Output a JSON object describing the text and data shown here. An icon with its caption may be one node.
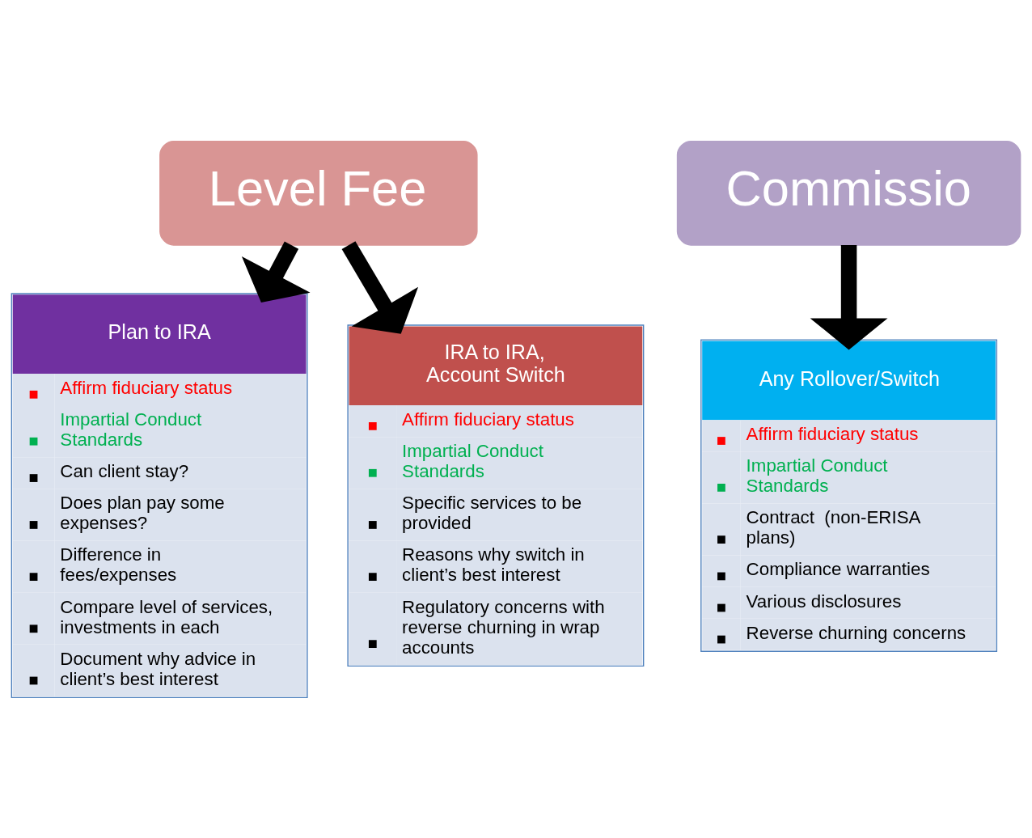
{
  "diagram": {
    "nodes": [
      {
        "text": [
          "Level Fee"
        ]
      },
      {
        "text": [
          "Commissio"
        ]
      },
      {
        "text": [
          "Plan to IRA",
          "Affirm fiduciary status",
          "Impartial Conduct Standards",
          "Can client stay?",
          "Does plan pay some expenses?",
          "Difference in fees/expenses",
          "Compare level of services, investments in each",
          "Document why advice in client’s best interest"
        ]
      },
      {
        "text": [
          "IRA to IRA, Account Switch",
          "Affirm fiduciary status",
          "Impartial Conduct Standards",
          "Specific services to be provided",
          "Reasons why switch in client’s best interest",
          "Regulatory concerns with reverse churning in wrap accounts"
        ]
      },
      {
        "text": [
          "Any Rollover/Switch",
          "Affirm fiduciary status",
          "Impartial Conduct Standards",
          "Contract  (non-ERISA plans)",
          "Compliance warranties",
          "Various disclosures",
          "Reverse churning concerns"
        ]
      }
    ],
    "edges": [
      {
        "from": 0,
        "to": 2,
        "arrow": "to"
      },
      {
        "from": 0,
        "to": 3,
        "arrow": "to"
      },
      {
        "from": 1,
        "to": 4,
        "arrow": "to"
      }
    ]
  }
}
